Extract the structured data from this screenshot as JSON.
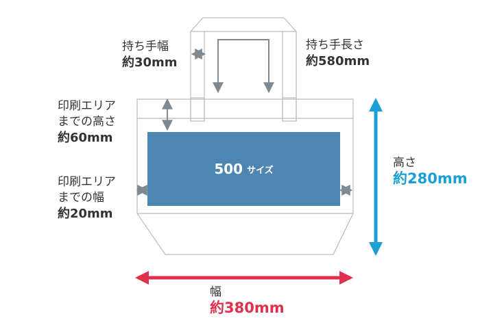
{
  "handle_width": {
    "label": "持ち手幅",
    "value": "約30mm"
  },
  "handle_length": {
    "label": "持ち手長さ",
    "value": "約580mm"
  },
  "print_height": {
    "label_line1": "印刷エリア",
    "label_line2": "までの高さ",
    "value": "約60mm"
  },
  "print_side": {
    "label_line1": "印刷エリア",
    "label_line2": "までの幅",
    "value": "約20mm"
  },
  "print_area": {
    "size": "500",
    "suffix": "サイズ"
  },
  "height": {
    "label": "高さ",
    "value": "約280mm"
  },
  "width": {
    "label": "幅",
    "value": "約380mm"
  },
  "colors": {
    "print_area": "#4d86b3",
    "height_accent": "#1a9fd6",
    "width_accent": "#e0304e",
    "outline": "#bbbbbb",
    "inner_arrow": "#7d8a94"
  }
}
